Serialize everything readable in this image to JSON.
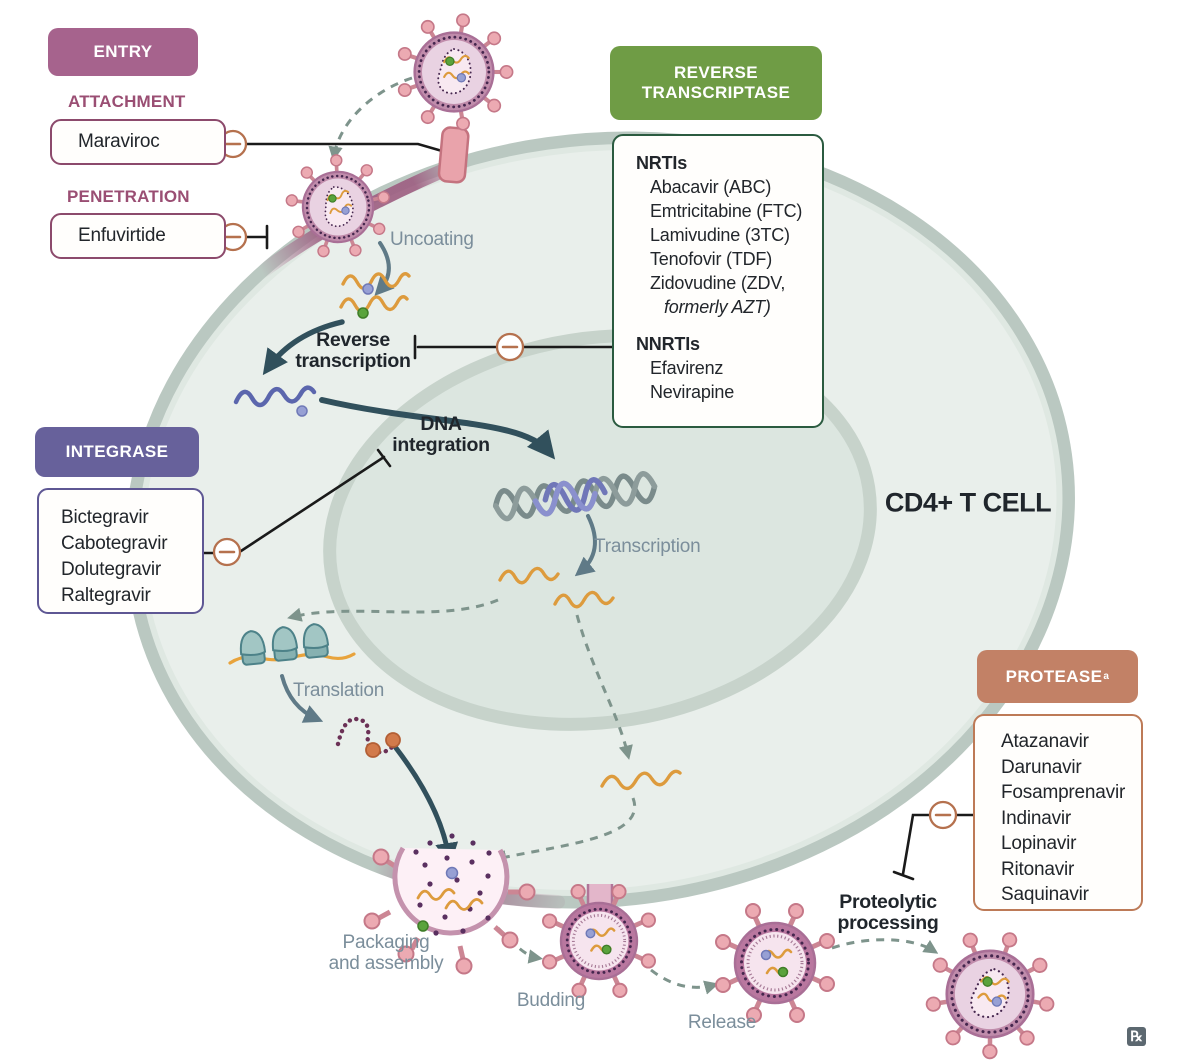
{
  "entry": {
    "title": "ENTRY",
    "attachment_label": "ATTACHMENT",
    "attachment_drug": "Maraviroc",
    "penetration_label": "PENETRATION",
    "penetration_drug": "Enfuvirtide"
  },
  "reverse_transcriptase": {
    "title_line1": "REVERSE",
    "title_line2": "TRANSCRIPTASE",
    "nrti_label": "NRTIs",
    "nrti_drugs": [
      "Abacavir (ABC)",
      "Emtricitabine (FTC)",
      "Lamivudine (3TC)",
      "Tenofovir (TDF)"
    ],
    "nrti_zdv_line1": "Zidovudine (ZDV,",
    "nrti_zdv_line2": "formerly AZT)",
    "nnrti_label": "NNRTIs",
    "nnrti_drugs": [
      "Efavirenz",
      "Nevirapine"
    ]
  },
  "integrase": {
    "title": "INTEGRASE",
    "drugs": [
      "Bictegravir",
      "Cabotegravir",
      "Dolutegravir",
      "Raltegravir"
    ]
  },
  "protease": {
    "title": "PROTEASE",
    "footnote_marker": "a",
    "drugs": [
      "Atazanavir",
      "Darunavir",
      "Fosamprenavir",
      "Indinavir",
      "Lopinavir",
      "Ritonavir",
      "Saquinavir"
    ]
  },
  "cell_label": "CD4+ T CELL",
  "steps": {
    "uncoating": "Uncoating",
    "reverse_line1": "Reverse",
    "reverse_line2": "transcription",
    "dna_line1": "DNA",
    "dna_line2": "integration",
    "transcription": "Transcription",
    "translation": "Translation",
    "packaging_line1": "Packaging",
    "packaging_line2": "and assembly",
    "budding": "Budding",
    "release": "Release",
    "proteolytic_line1": "Proteolytic",
    "proteolytic_line2": "processing"
  },
  "icons": {
    "inhibition_icon": "minus-circle",
    "rx_logo": "℞"
  },
  "colors": {
    "entry_accent": "#a6638d",
    "rt_accent": "#6f9c45",
    "integrase_accent": "#67619b",
    "protease_accent": "#c28166",
    "inhibition": "#b5714e",
    "cell_fill": "#e9efeb",
    "nucleus_fill": "#dce6e0"
  }
}
